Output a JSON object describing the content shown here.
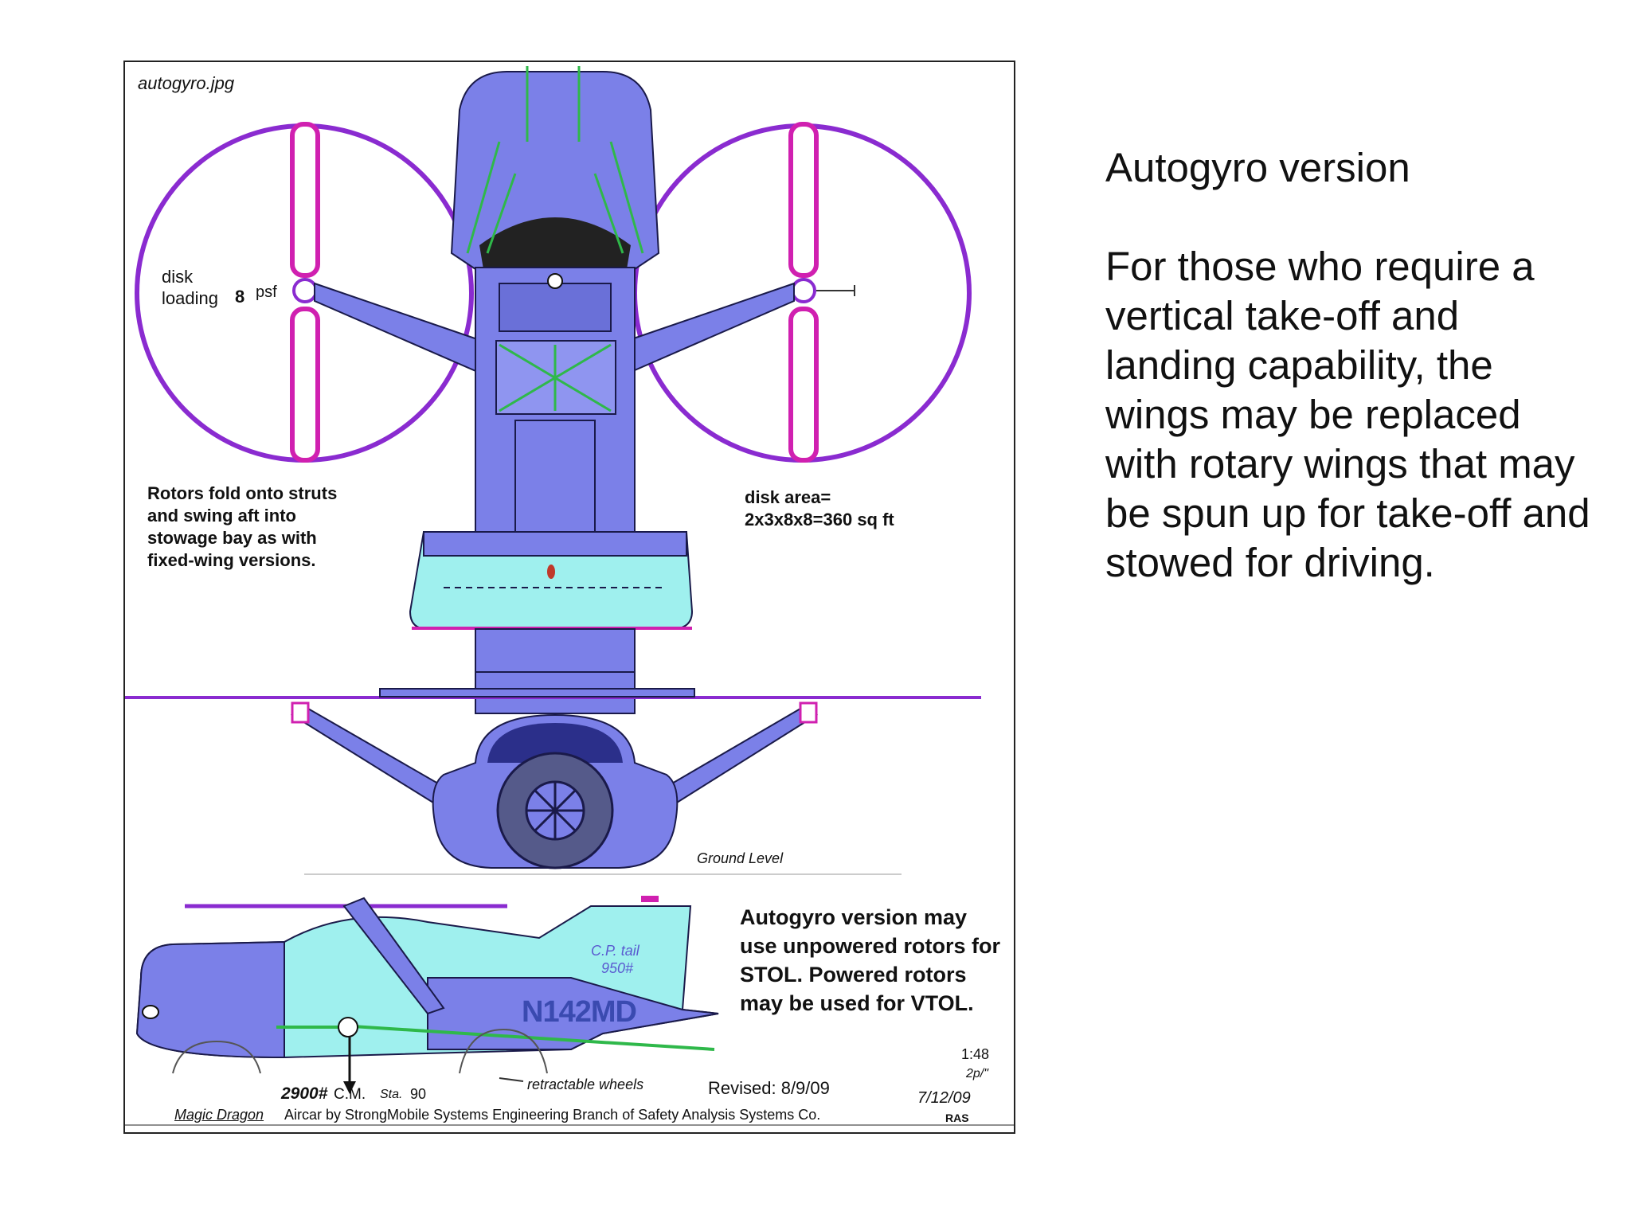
{
  "slide": {
    "title": "Autogyro version",
    "body": "For those who require a vertical take-off and landing capability, the wings may be replaced with rotary wings that may be spun up for take-off and stowed for driving."
  },
  "figure": {
    "filename": "autogyro.jpg",
    "disk_loading_label": "disk loading",
    "disk_loading_value": "8",
    "disk_loading_unit": "psf",
    "rotor_note": "Rotors fold onto struts and swing aft into stowage bay as with fixed-wing versions.",
    "disk_area_label": "disk area=",
    "disk_area_value": "2x3x8x8=360 sq ft",
    "ground_level": "Ground Level",
    "cp_tail_label": "C.P. tail",
    "cp_tail_value": "950#",
    "registration": "N142MD",
    "autogyro_note": "Autogyro version may use unpowered rotors for STOL. Powered rotors may be used for VTOL.",
    "retractable_wheels": "retractable wheels",
    "cm_weight": "2900#",
    "cm_label": "C.M.",
    "sta_label": "Sta.",
    "sta_value": "90",
    "revised": "Revised: 8/9/09",
    "scale": "1:48",
    "scale_sub": "2p/\"",
    "date": "7/12/09",
    "initials": "RAS",
    "product_name": "Magic Dragon",
    "credit": "Aircar by StrongMobile Systems Engineering Branch of Safety Analysis Systems Co."
  },
  "colors": {
    "body_blue": "#7b80e8",
    "rotor_purple": "#8a2bd0",
    "blade_magenta": "#d020b0",
    "cyan": "#9ff0ee",
    "green": "#2fb84a",
    "outline": "#1a1a4a"
  }
}
